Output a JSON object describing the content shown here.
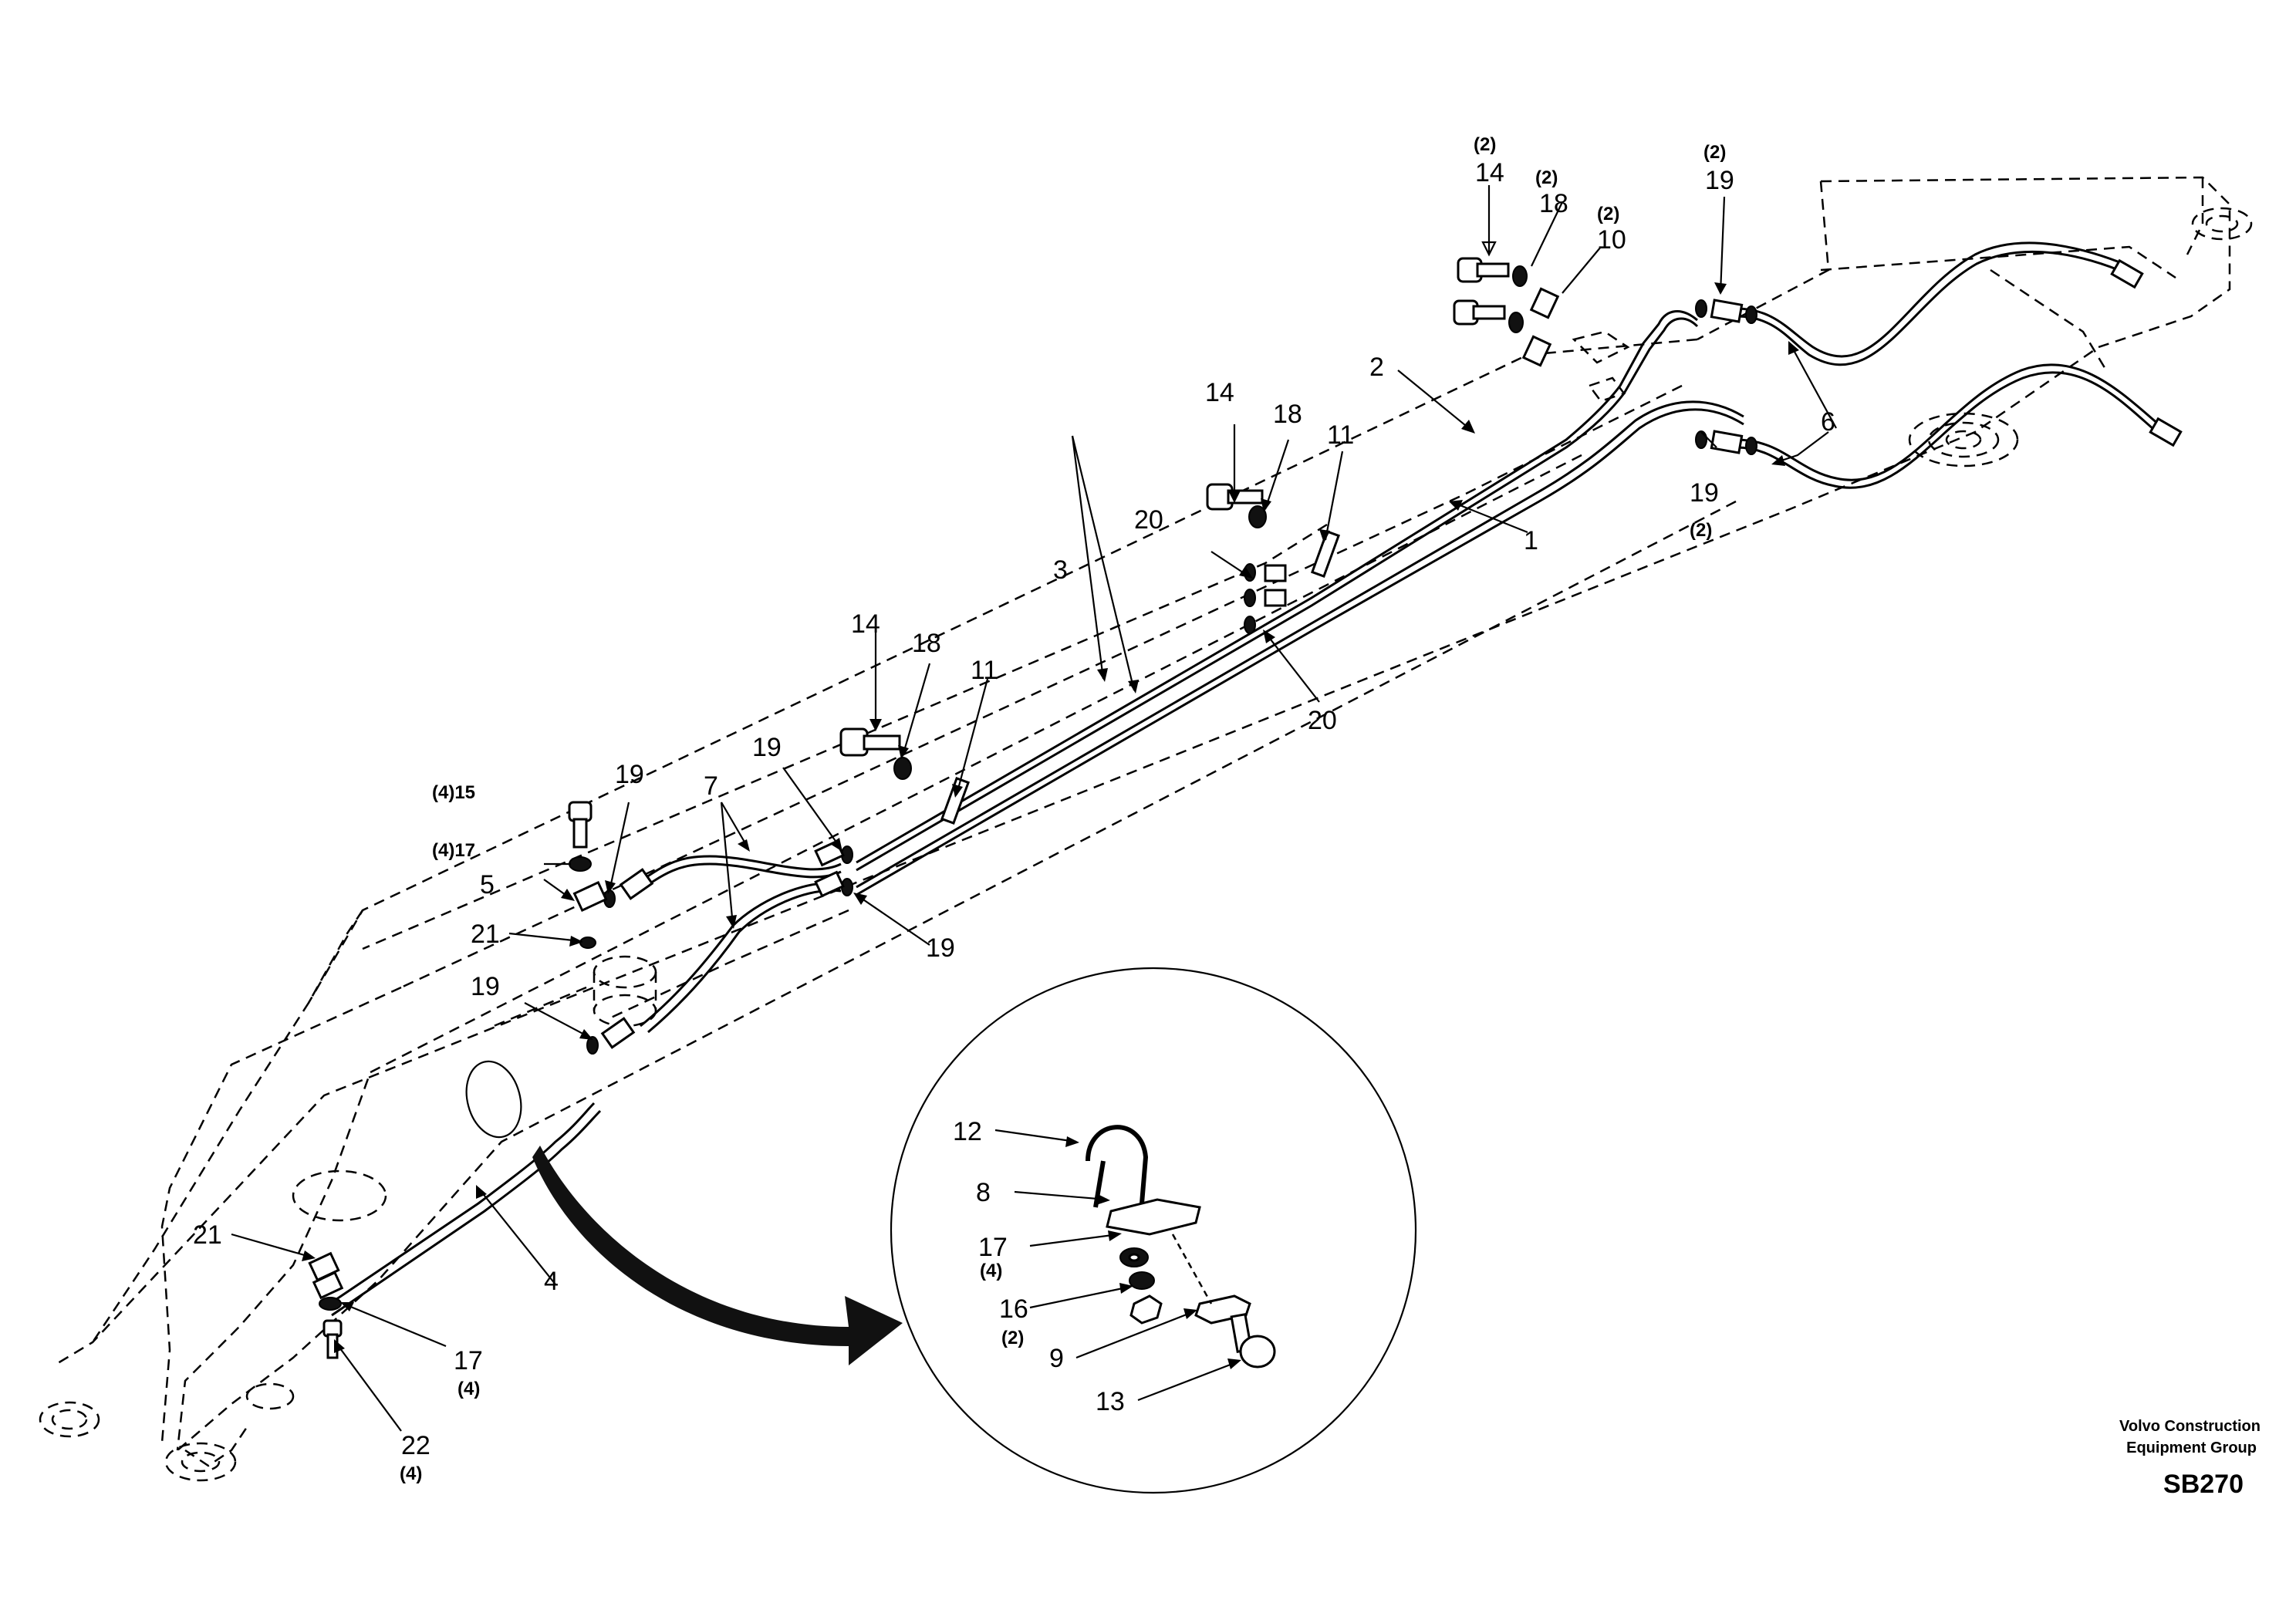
{
  "drawing": {
    "brand_line1": "Volvo Construction",
    "brand_line2": "Equipment Group",
    "code": "SB270"
  },
  "callouts": {
    "c1": "1",
    "c2": "2",
    "c3": "3",
    "c4": "4",
    "c5": "5",
    "c6": "6",
    "c7": "7",
    "c8": "8",
    "c9": "9",
    "c10": "10",
    "c11a": "11",
    "c11b": "11",
    "c12": "12",
    "c13": "13",
    "c14a": "14",
    "c14b": "14",
    "c14c": "14",
    "c15": "(4)15",
    "c16": "16",
    "c17a": "(4)17",
    "c17b": "17",
    "c17c": "17",
    "c18a": "18",
    "c18b": "18",
    "c18c": "18",
    "c19a": "19",
    "c19b": "19",
    "c19c": "19",
    "c19d": "19",
    "c19e": "19",
    "c19f": "19",
    "c20a": "20",
    "c20b": "20",
    "c21a": "21",
    "c21b": "21",
    "c22": "22"
  },
  "quantities": {
    "q14": "(2)",
    "q18": "(2)",
    "q10": "(2)",
    "q19top": "(2)",
    "q19right": "(2)",
    "q17bottom": "(4)",
    "q22": "(4)",
    "q17detail": "(4)",
    "q16": "(2)"
  }
}
